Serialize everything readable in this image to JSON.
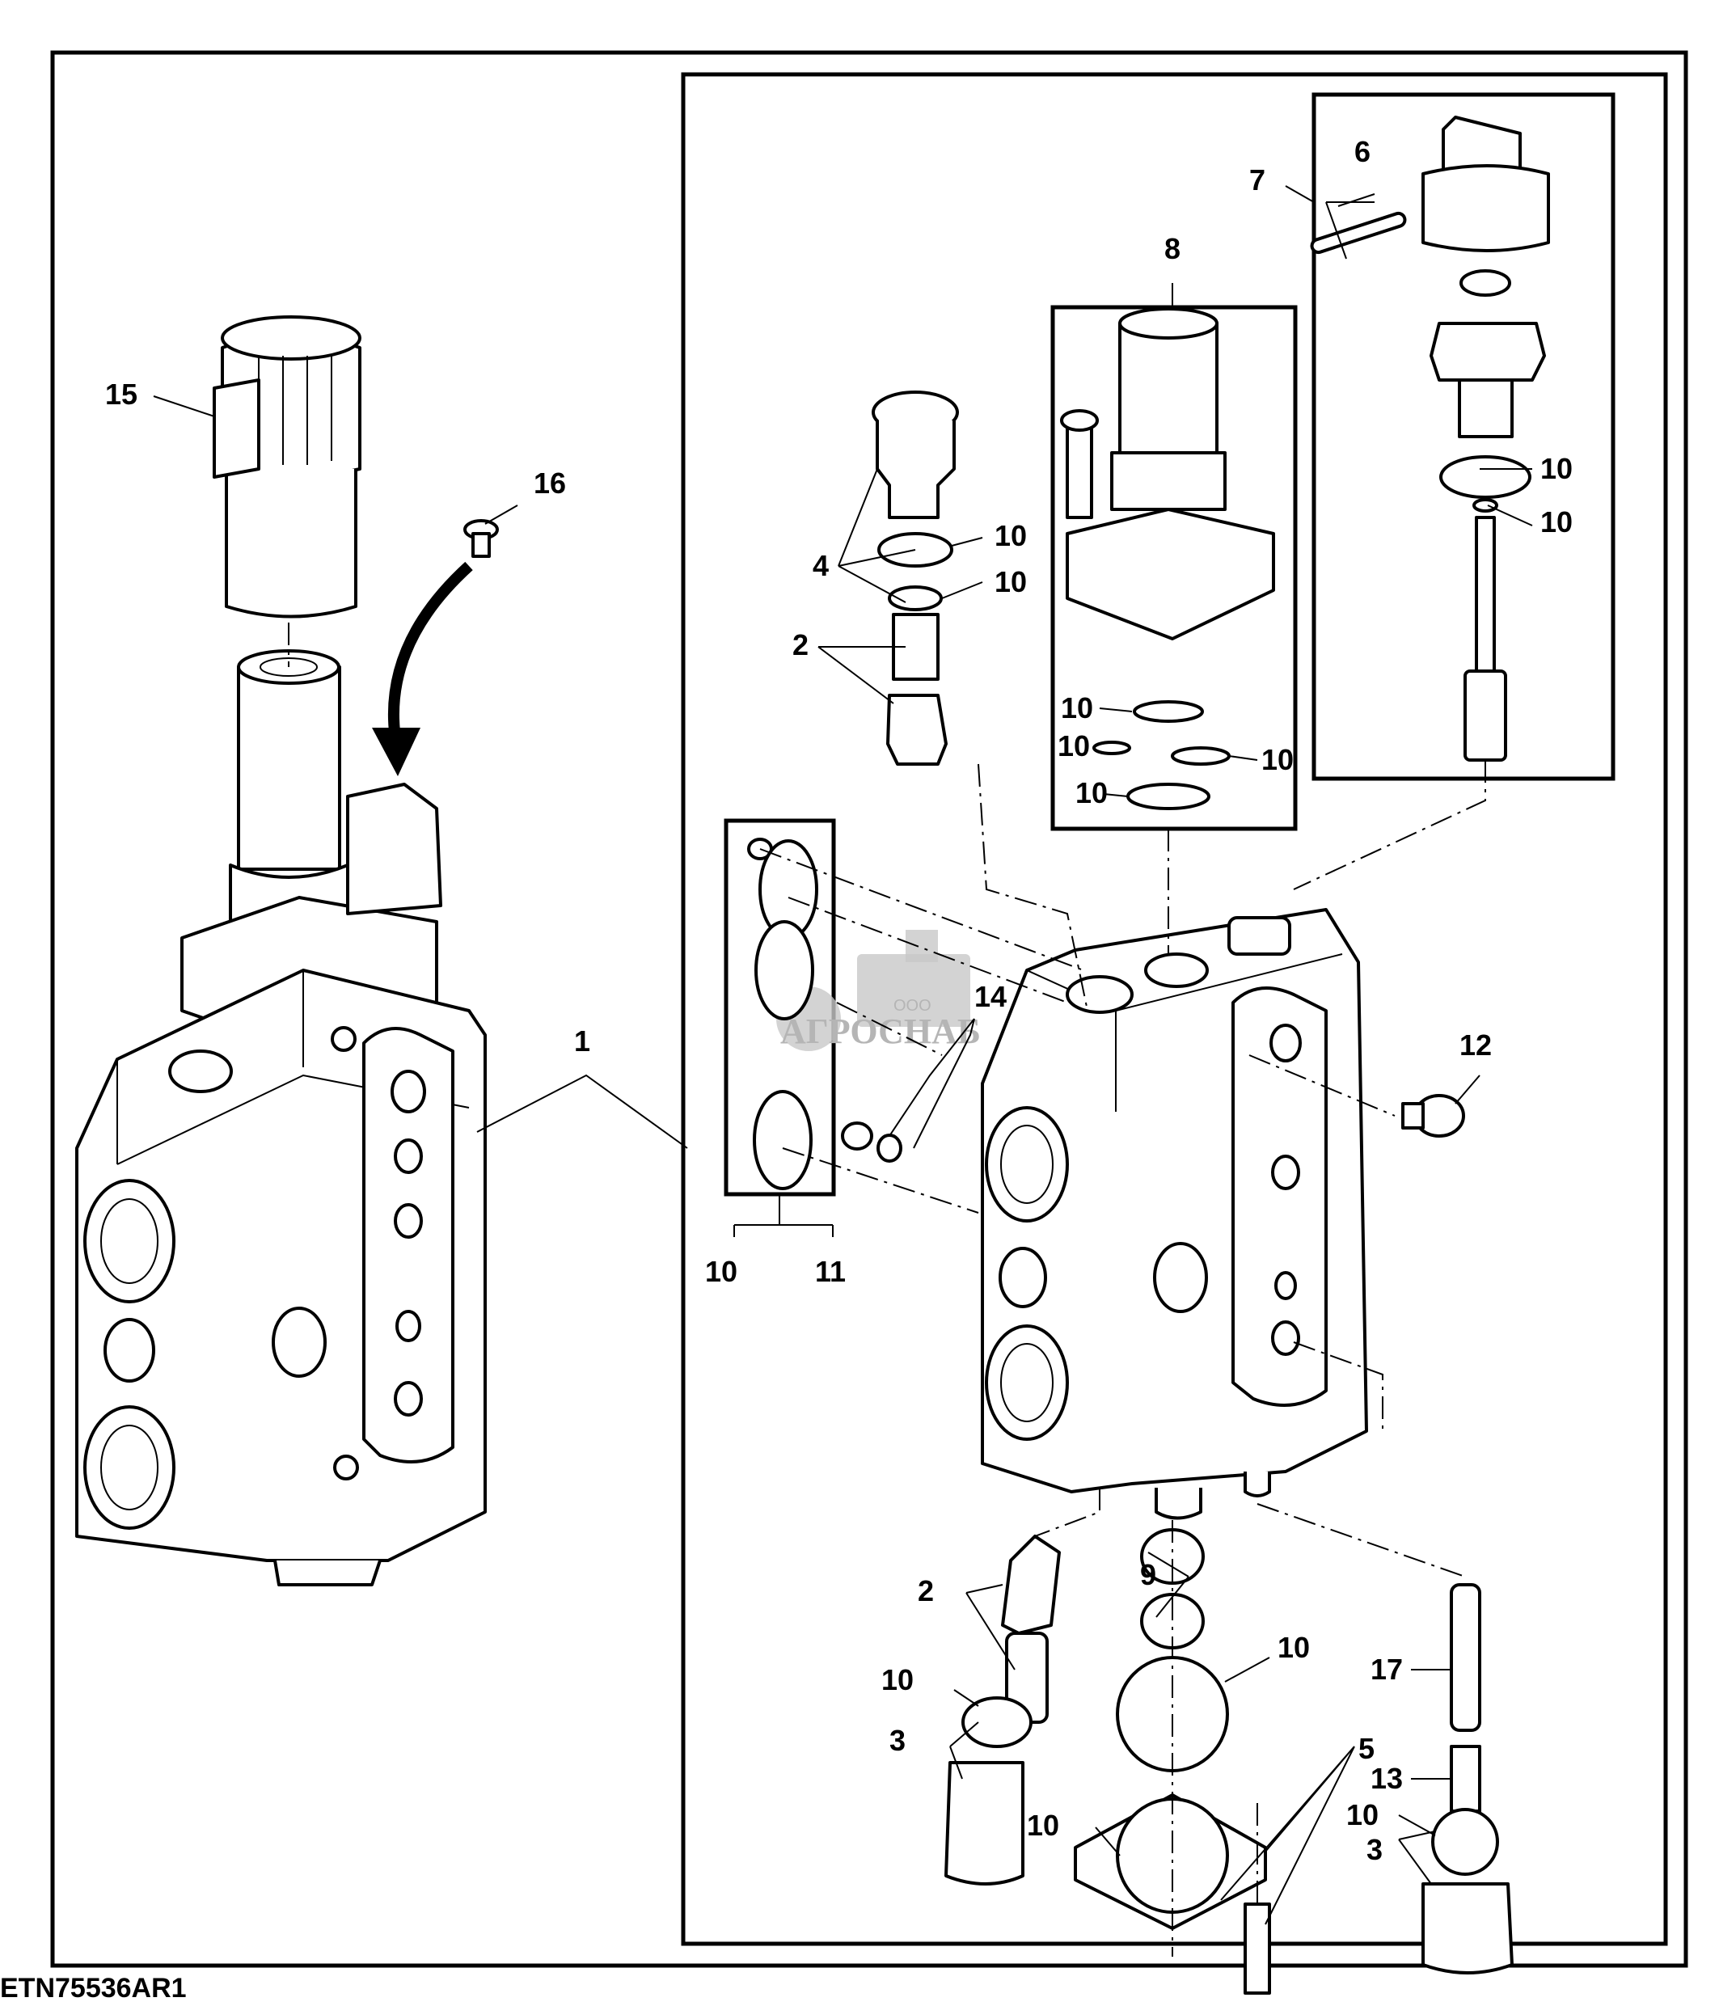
{
  "figure": {
    "reference_code": "ETN75536AR1",
    "watermark": {
      "prefix": "ООО",
      "name": "АГРОСНАБ"
    }
  },
  "callouts": {
    "c1": "1",
    "c2a": "2",
    "c2b": "2",
    "c3a": "3",
    "c3b": "3",
    "c4": "4",
    "c5": "5",
    "c6": "6",
    "c7": "7",
    "c8": "8",
    "c9": "9",
    "c10_4a": "10",
    "c10_4b": "10",
    "c10_7a": "10",
    "c10_7b": "10",
    "c10_8a": "10",
    "c10_8b": "10",
    "c10_8c": "10",
    "c10_8d": "10",
    "c10_kit": "10",
    "c11_kit": "11",
    "c10_b1": "10",
    "c10_b2": "10",
    "c10_b3": "10",
    "c10_b4": "10",
    "c12": "12",
    "c13": "13",
    "c14": "14",
    "c15": "15",
    "c16": "16",
    "c17": "17"
  }
}
